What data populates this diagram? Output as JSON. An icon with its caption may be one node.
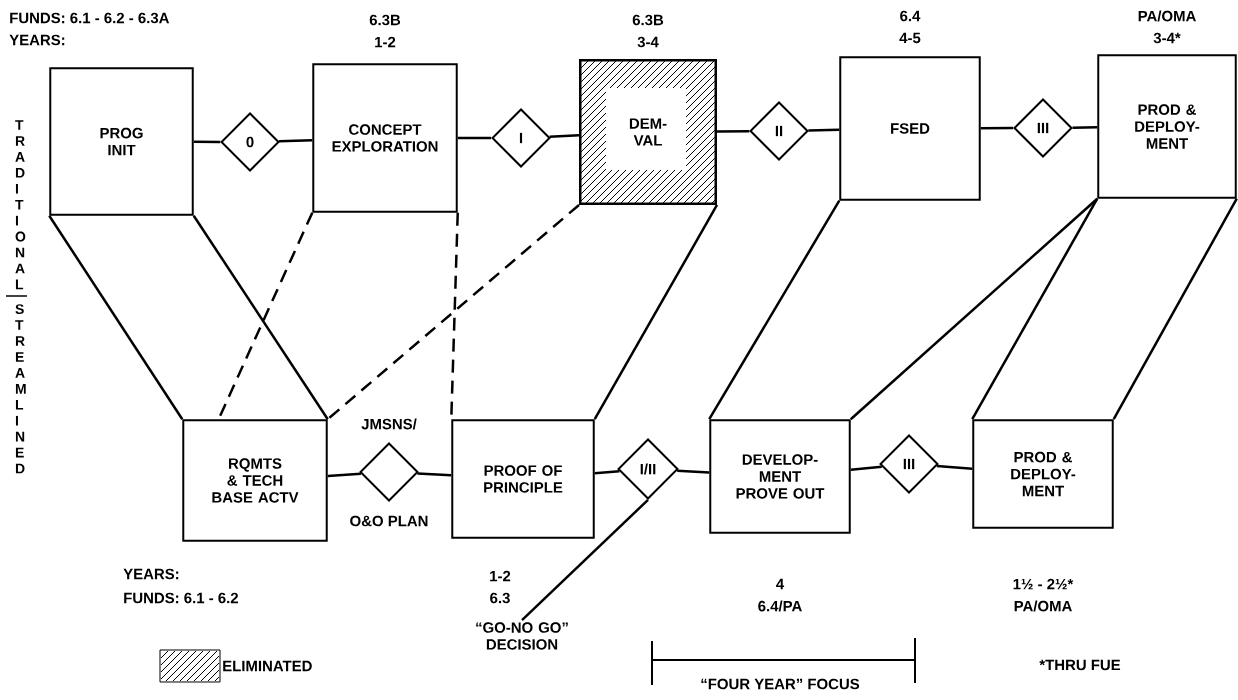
{
  "diagram": {
    "nodes": [
      {
        "text": [
          "PROG INIT"
        ]
      },
      {
        "text": [
          "0"
        ]
      },
      {
        "text": [
          "CONCEPT EXPLORATION"
        ],
        "beside": [
          "6.3B",
          "1-2"
        ]
      },
      {
        "text": [
          "I"
        ]
      },
      {
        "text": [
          "DEM- VAL"
        ],
        "beside": [
          "6.3B",
          "3-4"
        ]
      },
      {
        "text": [
          "II"
        ]
      },
      {
        "text": [
          "FSED"
        ],
        "beside": [
          "6.4",
          "4-5"
        ]
      },
      {
        "text": [
          "III"
        ]
      },
      {
        "text": [
          "PROD & DEPLOY- MENT"
        ],
        "beside": [
          "PA/OMA",
          "3-4*"
        ]
      },
      {
        "text": [
          "RQMTS & TECH BASE ACTV"
        ]
      },
      {
        "text": [],
        "shape": "diamond",
        "beside": [
          "JMSNS/",
          "O&O PLAN"
        ]
      },
      {
        "text": [
          "PROOF OF PRINCIPLE"
        ],
        "beside": [
          "1-2",
          "6.3"
        ]
      },
      {
        "text": [
          "I/II"
        ]
      },
      {
        "text": [
          "DEVELOP- MENT PROVE OUT"
        ],
        "beside": [
          "4",
          "6.4/PA"
        ]
      },
      {
        "text": [
          "III"
        ]
      },
      {
        "text": [
          "PROD & DEPLOY- MENT"
        ],
        "beside": [
          "1½ - 2½*",
          "PA/OMA"
        ]
      },
      {
        "text": [
          "“GO-NO GO” DECISION"
        ]
      }
    ],
    "edges": [
      {
        "from": 0,
        "to": 1,
        "arrow": "none"
      },
      {
        "from": 1,
        "to": 2,
        "arrow": "none"
      },
      {
        "from": 2,
        "to": 3,
        "arrow": "none"
      },
      {
        "from": 3,
        "to": 4,
        "arrow": "none"
      },
      {
        "from": 4,
        "to": 5,
        "arrow": "none"
      },
      {
        "from": 5,
        "to": 6,
        "arrow": "none"
      },
      {
        "from": 6,
        "to": 7,
        "arrow": "none"
      },
      {
        "from": 7,
        "to": 8,
        "arrow": "none"
      },
      {
        "from": 9,
        "to": 10,
        "arrow": "none"
      },
      {
        "from": 10,
        "to": 11,
        "arrow": "none"
      },
      {
        "from": 11,
        "to": 12,
        "arrow": "none"
      },
      {
        "from": 12,
        "to": 13,
        "arrow": "none"
      },
      {
        "from": 13,
        "to": 14,
        "arrow": "none"
      },
      {
        "from": 14,
        "to": 15,
        "arrow": "none"
      },
      {
        "from": 0,
        "to": 9,
        "arrow": "none"
      },
      {
        "from": 0,
        "to": 9,
        "arrow": "none"
      },
      {
        "from": 2,
        "to": 9,
        "arrow": "none",
        "style": "dashed"
      },
      {
        "from": 2,
        "to": 11,
        "arrow": "none",
        "style": "dashed"
      },
      {
        "from": 4,
        "to": 9,
        "arrow": "none",
        "style": "dashed"
      },
      {
        "from": 4,
        "to": 11,
        "arrow": "none"
      },
      {
        "from": 6,
        "to": 13,
        "arrow": "none"
      },
      {
        "from": 8,
        "to": 13,
        "arrow": "none"
      },
      {
        "from": 8,
        "to": 15,
        "arrow": "none"
      },
      {
        "from": 8,
        "to": 15,
        "arrow": "none"
      },
      {
        "from": 16,
        "to": 12,
        "arrow": "none"
      }
    ],
    "labels": [
      "FUNDS:  6.1 - 6.2 - 6.3A",
      "YEARS:",
      "TRADITIONAL",
      "STREAMLINED",
      "YEARS:",
      "FUNDS:  6.1 - 6.2",
      "“FOUR YEAR” FOCUS",
      "*THRU FUE"
    ],
    "legend": [
      {
        "text": "ELIMINATED"
      }
    ]
  }
}
